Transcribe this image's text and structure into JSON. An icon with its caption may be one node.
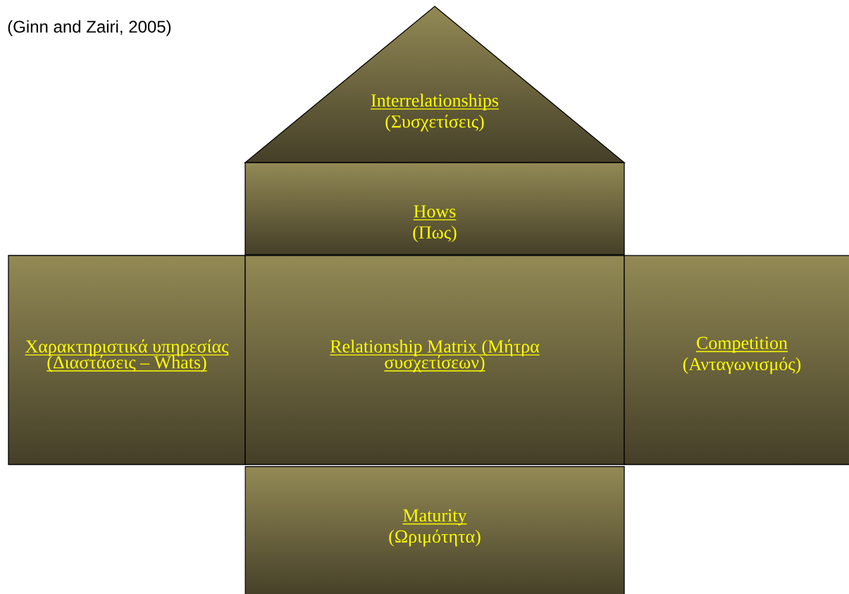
{
  "diagram": {
    "nodes": [
      {
        "text": [
          "Interrelationships",
          "(Συσχετίσεις)"
        ]
      },
      {
        "text": [
          "Hows",
          "(Πως)"
        ]
      },
      {
        "text": [
          "Χαρακτηριστικά υπηρεσίας (Διαστάσεις – Whats)"
        ]
      },
      {
        "text": [
          "Relationship Matrix (Μήτρα συσχετίσεων)"
        ]
      },
      {
        "text": [
          "Competition",
          "(Ανταγωνισμός)"
        ]
      },
      {
        "text": [
          "Maturity",
          "(Ωριμότητα)"
        ]
      }
    ],
    "labels": [
      "(Ginn and Zairi, 2005)"
    ]
  }
}
